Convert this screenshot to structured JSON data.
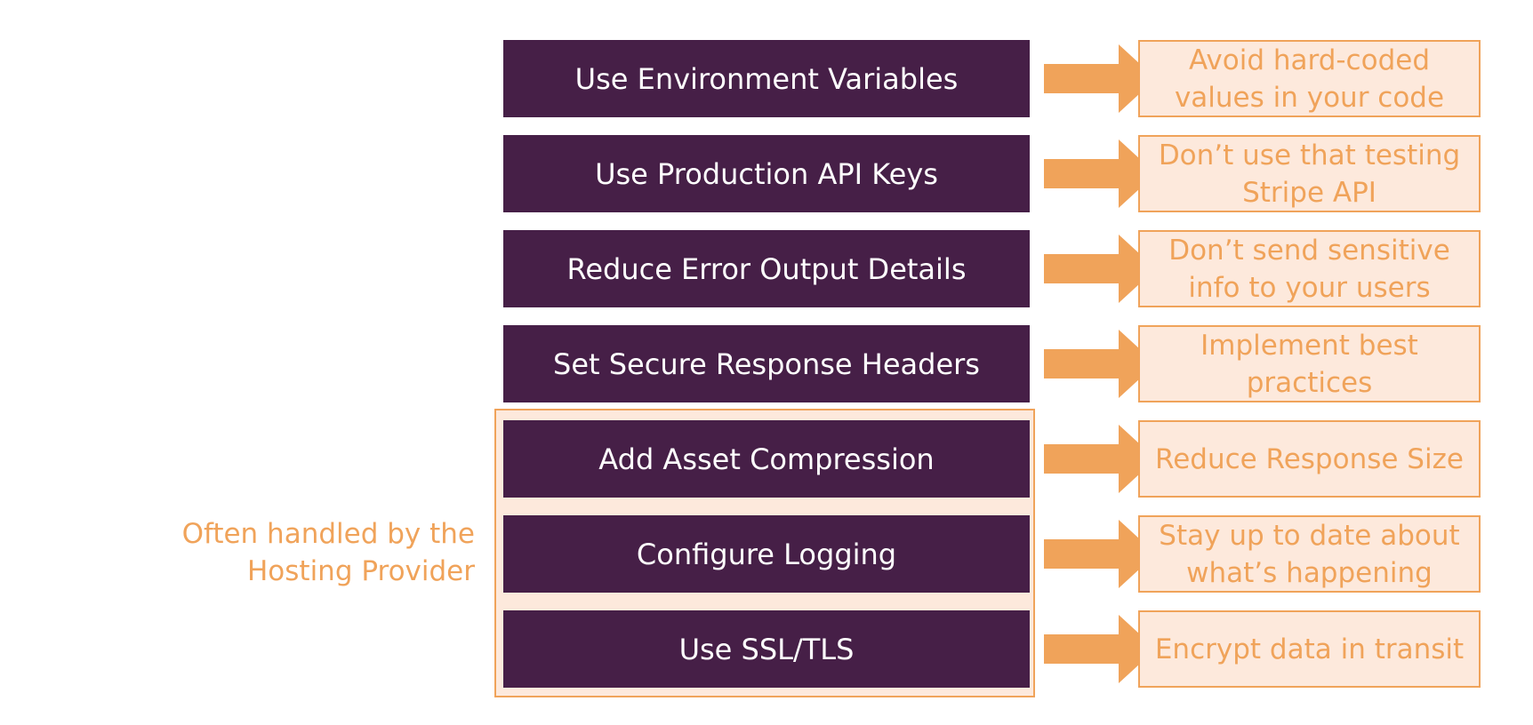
{
  "group_note": {
    "line1": "Often handled by the",
    "line2": "Hosting Provider"
  },
  "rows": [
    {
      "practice": "Use Environment Variables",
      "result": "Avoid hard-coded values in your code"
    },
    {
      "practice": "Use Production API Keys",
      "result": "Don’t use that testing Stripe API"
    },
    {
      "practice": "Reduce Error Output Details",
      "result": "Don’t send sensitive info to your users"
    },
    {
      "practice": "Set Secure Response Headers",
      "result": "Implement best practices"
    },
    {
      "practice": "Add Asset Compression",
      "result": "Reduce Response Size"
    },
    {
      "practice": "Configure Logging",
      "result": "Stay up to date about what’s happening"
    },
    {
      "practice": "Use SSL/TLS",
      "result": "Encrypt data in transit"
    }
  ],
  "colors": {
    "practice_fill": "#461f47",
    "accent": "#f0a35a",
    "result_fill": "#fde9dc"
  }
}
